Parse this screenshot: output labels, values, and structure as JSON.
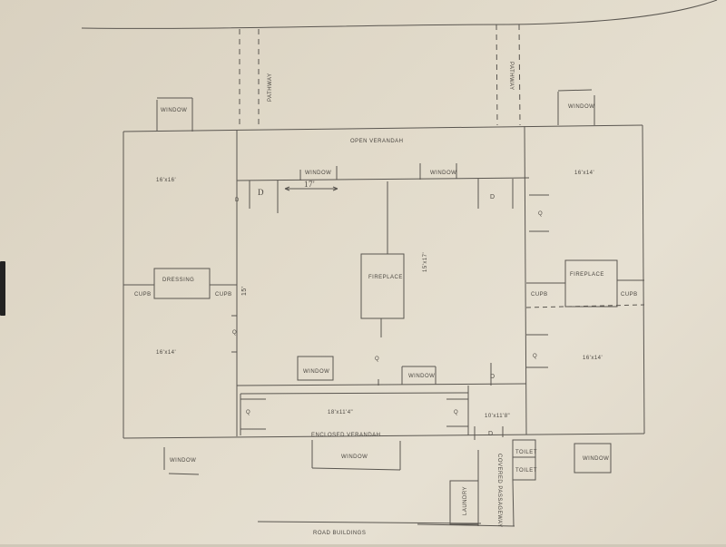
{
  "diagram": {
    "type": "hand-drawn floor plan",
    "labels": {
      "open_verandah": "OPEN VERANDAH",
      "enclosed_verandah": "ENCLOSED VERANDAH",
      "road_buildings": "ROAD BUILDINGS",
      "pathway_left": "PATHWAY",
      "pathway_right": "PATHWAY",
      "fireplace_center": "FIREPLACE",
      "fireplace_right": "FIREPLACE",
      "fireplace_left": "DRESSING",
      "laundry": "LAUNDRY",
      "covered_passageway": "COVERED PASSAGEWAY",
      "toilet_1": "TOILET",
      "toilet_2": "TOILET",
      "window_top_left": "WINDOW",
      "window_top_right": "WINDOW",
      "window_verandah_1": "WINDOW",
      "window_verandah_2": "WINDOW",
      "window_hall_1": "WINDOW",
      "window_hall_2": "WINDOW",
      "window_bottom_left": "WINDOW",
      "window_bottom_center": "WINDOW",
      "window_bottom_right": "WINDOW"
    },
    "dimensions": {
      "top_left_room": "16'x16'",
      "left_room": "16'x14'",
      "hall_length": "17'",
      "hall_width": "15'",
      "hall_diag": "15'x17'",
      "right_room": "16'x14'",
      "top_right_room": "16'x14'",
      "enclosed_room": "18'x11'4\"",
      "small_room": "10'x11'8\"",
      "left_cupboard_1": "CUPB",
      "left_cupboard_2": "CUPB",
      "right_cupboard_1": "CUPB",
      "right_cupboard_2": "CUPB"
    },
    "door_marks": {
      "d": "D",
      "q": "Q"
    }
  }
}
